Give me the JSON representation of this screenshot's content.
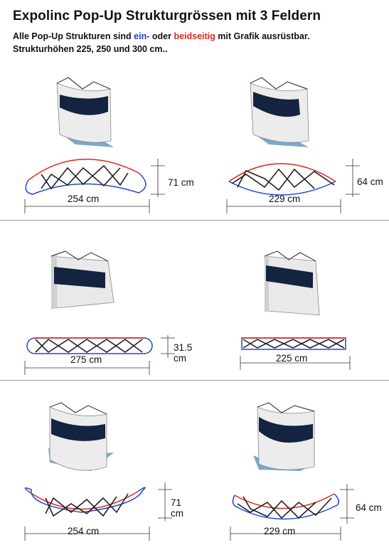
{
  "header": {
    "title": "Expolinc Pop-Up Strukturgrössen mit 3 Feldern",
    "line1_before": "Alle Pop-Up Strukturen sind ",
    "line1_ein": "ein-",
    "line1_mid": " oder ",
    "line1_beid": "beidseitig",
    "line1_after": " mit Grafik ausrüstbar.",
    "line2": "Strukturhöhen 225, 250 und 300 cm.."
  },
  "colors": {
    "frame_red": "#e0261b",
    "frame_blue": "#2146d8",
    "banner": "#14233f",
    "floor": "#7aa7cf"
  },
  "rows": [
    {
      "left": {
        "width": "254 cm",
        "depth": "71 cm"
      },
      "right": {
        "width": "229 cm",
        "depth": "64 cm"
      }
    },
    {
      "left": {
        "width": "275 cm",
        "depth": "31.5 cm"
      },
      "right": {
        "width": "225 cm"
      }
    },
    {
      "left": {
        "width": "254 cm",
        "depth": "71 cm"
      },
      "right": {
        "width": "229 cm",
        "depth": "64 cm"
      }
    }
  ]
}
